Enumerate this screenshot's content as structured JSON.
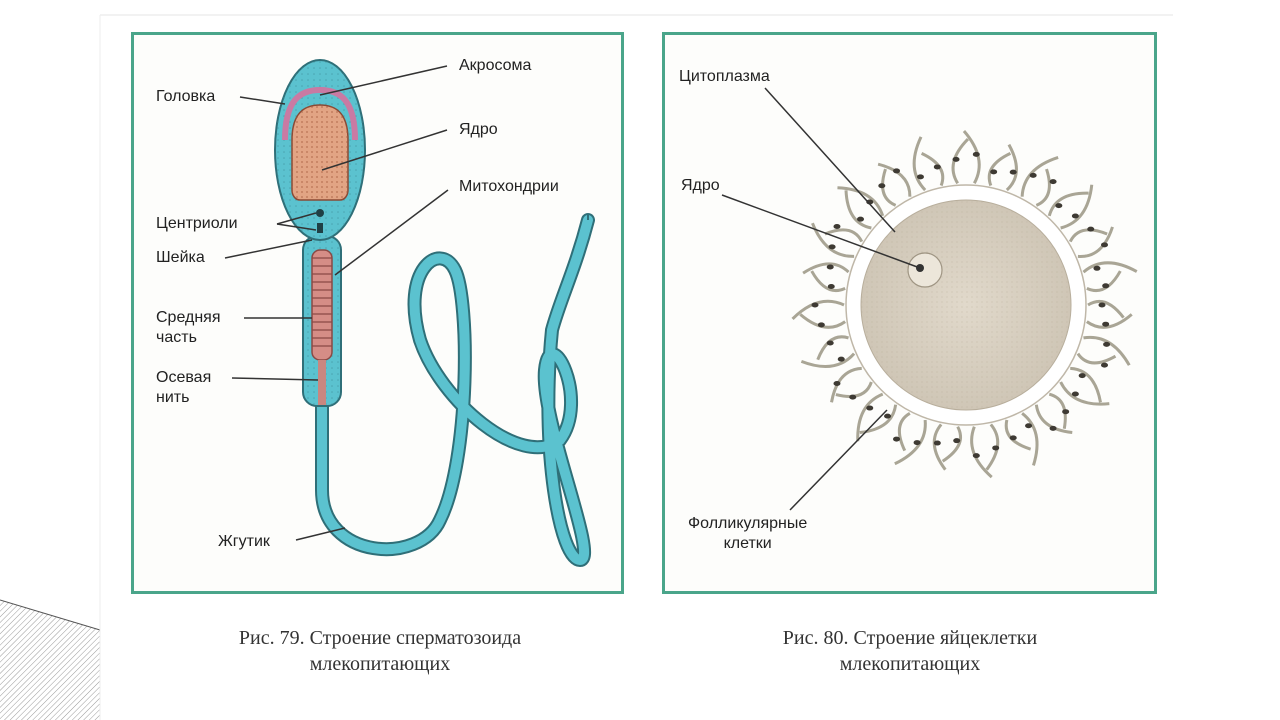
{
  "sperm": {
    "labels": {
      "head": "Головка",
      "acrosome": "Акросома",
      "nucleus": "Ядро",
      "mitochondria": "Митохондрии",
      "centrioles": "Центриоли",
      "neck": "Шейка",
      "midpiece": "Средняя\nчасть",
      "axial": "Осевая\nнить",
      "flagellum": "Жгутик"
    },
    "caption_line1": "Рис. 79. Строение сперматозоида",
    "caption_line2": "млекопитающих"
  },
  "egg": {
    "labels": {
      "cytoplasm": "Цитоплазма",
      "nucleus": "Ядро",
      "follicular": "Фолликулярные\nклетки"
    },
    "caption_line1": "Рис. 80. Строение яйцеклетки",
    "caption_line2": "млекопитающих"
  },
  "colors": {
    "border": "#4aa58a",
    "sperm_body": "#5bc2cf",
    "sperm_outline": "#2f6f78",
    "nucleus": "#e2a484",
    "egg_cytoplasm": "#d8cfc0",
    "egg_zona": "#ffffff"
  }
}
